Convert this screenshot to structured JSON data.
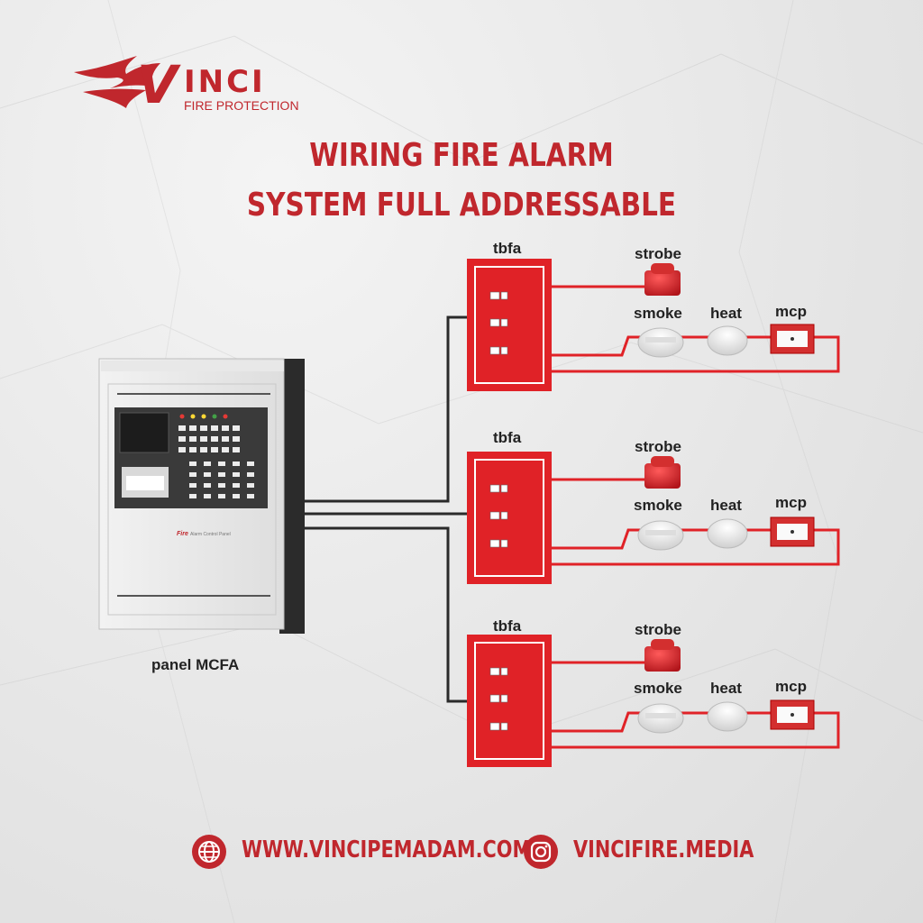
{
  "brand": {
    "logo_text": "VINCI",
    "logo_tagline": "FIRE PROTECTION",
    "primary_color": "#c0272d"
  },
  "title": {
    "line1": "WIRING FIRE ALARM",
    "line2": "SYSTEM FULL ADDRESSABLE"
  },
  "panel": {
    "label": "panel MCFA",
    "brand_text": "Fire",
    "subtitle_text": "Alarm Control Panel"
  },
  "loops": [
    {
      "module_label": "tbfa",
      "strobe_label": "strobe",
      "smoke_label": "smoke",
      "heat_label": "heat",
      "mcp_label": "mcp"
    },
    {
      "module_label": "tbfa",
      "strobe_label": "strobe",
      "smoke_label": "smoke",
      "heat_label": "heat",
      "mcp_label": "mcp"
    },
    {
      "module_label": "tbfa",
      "strobe_label": "strobe",
      "smoke_label": "smoke",
      "heat_label": "heat",
      "mcp_label": "mcp"
    }
  ],
  "footer": {
    "website": "WWW.VINCIPEMADAM.COM",
    "website_icon": "globe-icon",
    "social": "VINCIFIRE.MEDIA",
    "social_icon": "instagram-icon"
  },
  "colors": {
    "wire_red": "#e02227",
    "wire_black": "#2a2a2a",
    "module_red": "#e02227"
  }
}
